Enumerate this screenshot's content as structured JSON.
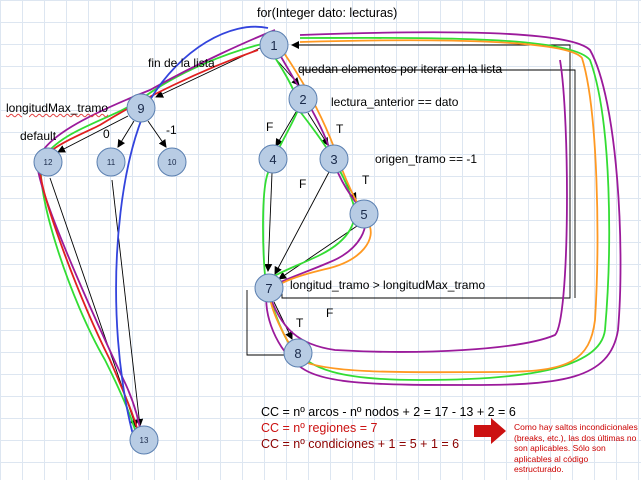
{
  "nodes": [
    {
      "id": "n1",
      "label": "1"
    },
    {
      "id": "n2",
      "label": "2"
    },
    {
      "id": "n3",
      "label": "3"
    },
    {
      "id": "n4",
      "label": "4"
    },
    {
      "id": "n5",
      "label": "5"
    },
    {
      "id": "n7",
      "label": "7"
    },
    {
      "id": "n8",
      "label": "8"
    },
    {
      "id": "n9",
      "label": "9"
    },
    {
      "id": "n10",
      "label": "10"
    },
    {
      "id": "n11",
      "label": "11"
    },
    {
      "id": "n12",
      "label": "12"
    },
    {
      "id": "n13",
      "label": "13"
    }
  ],
  "labels": {
    "for_loop": "for(Integer dato: lecturas)",
    "fin_lista": "fin de la lista",
    "quedan": "quedan elementos por iterar en la lista",
    "longitud_max": "longitudMax_tramo",
    "lectura_anterior": "lectura_anterior == dato",
    "origen_tramo": "origen_tramo == -1",
    "longitud_tramo": "longitud_tramo > longitudMax_tramo",
    "default": "default",
    "zero": "0",
    "minus_one": "-1",
    "f_2_4": "F",
    "t_2_3": "T",
    "f_3_7": "F",
    "t_3_5": "T",
    "t_7_8": "T",
    "f_7_8": "F"
  },
  "formulas": {
    "cc_arcs": "CC = nº arcos - nº nodos + 2 = 17 - 13 + 2 = 6",
    "cc_regions": "CC = nº regiones = 7",
    "cc_conditions": "CC = nº condiciones + 1 = 5 + 1 = 6"
  },
  "note": "Como hay saltos incondicionales (breaks, etc.), las dos últimas no son aplicables. Sólo son aplicables al código estructurado.",
  "colors": {
    "node_fill": "#b8cce4",
    "node_stroke": "#5a7fb0",
    "path_green": "#33dd33",
    "path_purple": "#9b1a9b",
    "path_orange": "#ff9922",
    "path_red": "#e02020",
    "path_blue": "#3344dd",
    "cc_black": "#000000",
    "cc_red": "#cc1111",
    "cc_darkred": "#8b0000",
    "arrow_red": "#cc1111"
  }
}
